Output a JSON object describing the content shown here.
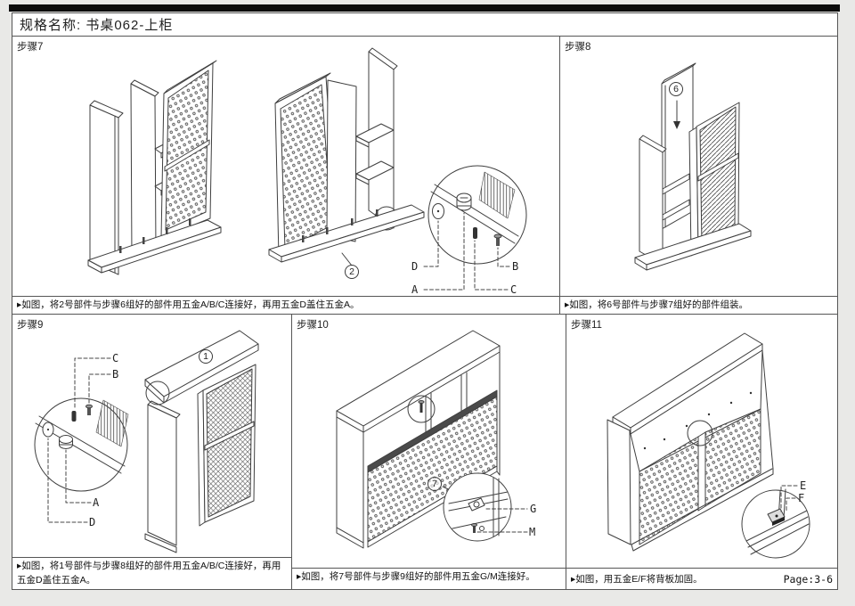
{
  "colors": {
    "line": "#3f3f3f",
    "page_bg": "#ffffff",
    "outer_bg": "#e9e9e7",
    "top_bar": "#0c0c0c"
  },
  "header": {
    "title": "规格名称: 书桌062-上柜"
  },
  "footer": {
    "page_number": "Page:3-6"
  },
  "steps": {
    "s7": {
      "label": "步骤7",
      "caption": "▸如图，将2号部件与步骤6组好的部件用五金A/B/C连接好，再用五金D盖住五金A。",
      "part_badge": "2",
      "hw_labels": {
        "d": "D",
        "a": "A",
        "b": "B",
        "c": "C"
      }
    },
    "s8": {
      "label": "步骤8",
      "caption": "▸如图，将6号部件与步骤7组好的部件组装。",
      "part_badge": "6"
    },
    "s9": {
      "label": "步骤9",
      "caption": "▸如图，将1号部件与步骤8组好的部件用五金A/B/C连接好，再用五金D盖住五金A。",
      "part_badge": "1",
      "hw_labels": {
        "c": "C",
        "b": "B",
        "a": "A",
        "d": "D"
      }
    },
    "s10": {
      "label": "步骤10",
      "caption": "▸如图，将7号部件与步骤9组好的部件用五金G/M连接好。",
      "part_badge": "7",
      "hw_labels": {
        "g": "G",
        "m": "M"
      }
    },
    "s11": {
      "label": "步骤11",
      "caption": "▸如图，用五金E/F将背板加固。",
      "hw_labels": {
        "e": "E",
        "f": "F"
      }
    }
  }
}
